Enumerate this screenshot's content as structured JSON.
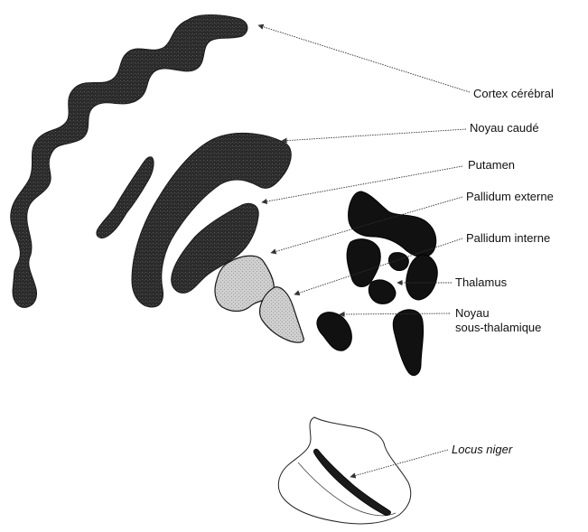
{
  "labels": {
    "cortex": "Cortex cérébral",
    "caudate": "Noyau caudé",
    "putamen": "Putamen",
    "gpe": "Pallidum externe",
    "gpi": "Pallidum interne",
    "thalamus": "Thalamus",
    "stn": "Noyau\nsous-thalamique",
    "sn": "Locus niger"
  },
  "colors": {
    "dark_structure": "#2b2b2b",
    "black_structure": "#111111",
    "light_structure": "#c9c9c9",
    "outline": "#1a1a1a",
    "arrow": "#333333",
    "background": "#ffffff"
  }
}
